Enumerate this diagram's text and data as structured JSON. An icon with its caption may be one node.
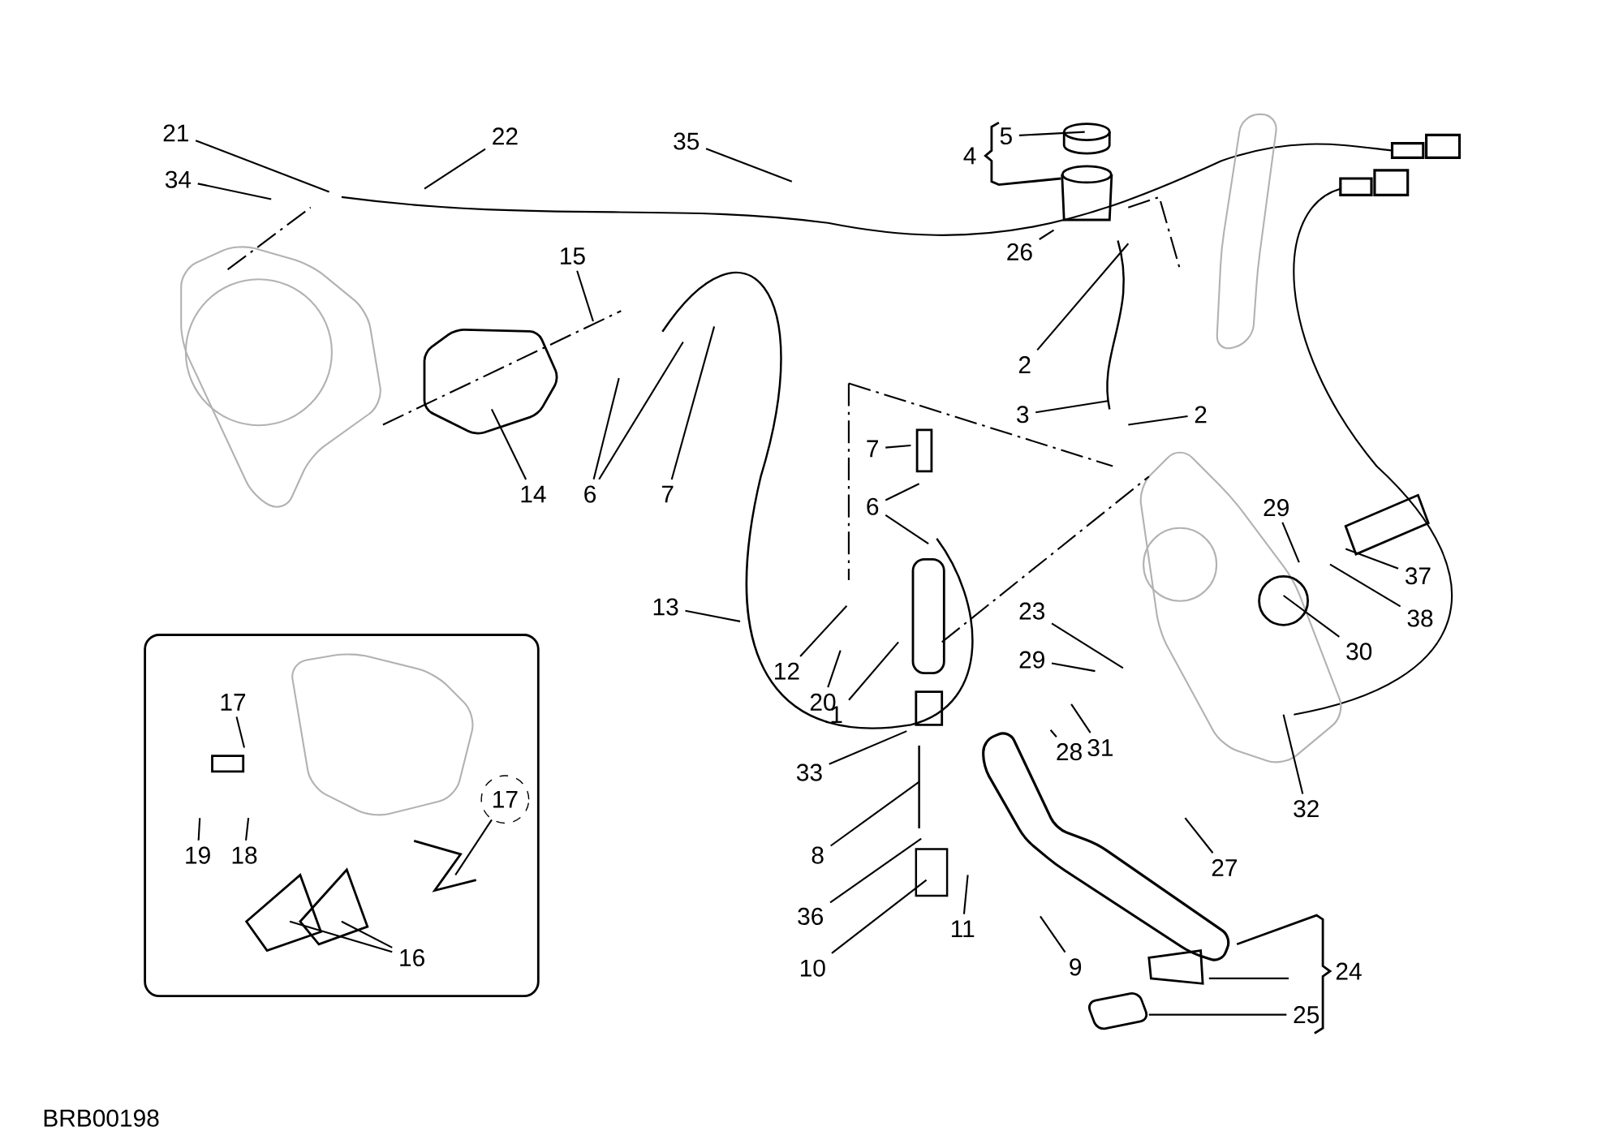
{
  "diagram": {
    "nodes": [
      {
        "text": [
          "21"
        ]
      },
      {
        "text": [
          "22"
        ]
      },
      {
        "text": [
          "34"
        ]
      },
      {
        "text": [
          "35"
        ]
      },
      {
        "text": [
          "5"
        ]
      },
      {
        "text": [
          "26"
        ]
      },
      {
        "text": [
          "2"
        ]
      },
      {
        "text": [
          "3"
        ]
      },
      {
        "text": [
          "2"
        ]
      },
      {
        "text": [
          "15"
        ]
      },
      {
        "text": [
          "14"
        ]
      },
      {
        "text": [
          "6"
        ]
      },
      {
        "text": [
          "7"
        ]
      },
      {
        "text": [
          "13"
        ]
      },
      {
        "text": [
          "7"
        ]
      },
      {
        "text": [
          "6"
        ]
      },
      {
        "text": [
          "29"
        ]
      },
      {
        "text": [
          "37"
        ]
      },
      {
        "text": [
          "38"
        ]
      },
      {
        "text": [
          "23"
        ]
      },
      {
        "text": [
          "12"
        ]
      },
      {
        "text": [
          "20"
        ]
      },
      {
        "text": [
          "1"
        ]
      },
      {
        "text": [
          "29"
        ]
      },
      {
        "text": [
          "30"
        ]
      },
      {
        "text": [
          "28"
        ]
      },
      {
        "text": [
          "31"
        ]
      },
      {
        "text": [
          "32"
        ]
      },
      {
        "text": [
          "33"
        ]
      },
      {
        "text": [
          "8"
        ]
      },
      {
        "text": [
          "27"
        ]
      },
      {
        "text": [
          "36"
        ]
      },
      {
        "text": [
          "11"
        ]
      },
      {
        "text": [
          "9"
        ]
      },
      {
        "text": [
          "10"
        ]
      },
      {
        "text": [
          "25"
        ]
      },
      {
        "text": [
          "17"
        ]
      },
      {
        "text": [
          "19"
        ]
      },
      {
        "text": [
          "18"
        ]
      },
      {
        "text": [
          "17"
        ]
      },
      {
        "text": [
          "16"
        ]
      }
    ],
    "edges": [
      {
        "from": 0,
        "to": null,
        "arrow": "none"
      },
      {
        "from": 1,
        "to": null,
        "arrow": "none"
      },
      {
        "from": 2,
        "to": null,
        "arrow": "none"
      },
      {
        "from": 3,
        "to": null,
        "arrow": "none"
      },
      {
        "from": 4,
        "to": null,
        "arrow": "none"
      },
      {
        "from": 5,
        "to": null,
        "arrow": "none"
      },
      {
        "from": 6,
        "to": null,
        "arrow": "none"
      },
      {
        "from": 7,
        "to": null,
        "arrow": "none"
      },
      {
        "from": 8,
        "to": null,
        "arrow": "none"
      },
      {
        "from": 9,
        "to": null,
        "arrow": "none"
      },
      {
        "from": 10,
        "to": null,
        "arrow": "none"
      },
      {
        "from": 11,
        "to": null,
        "arrow": "none"
      },
      {
        "from": 11,
        "to": null,
        "arrow": "none"
      },
      {
        "from": 12,
        "to": null,
        "arrow": "none"
      },
      {
        "from": 13,
        "to": null,
        "arrow": "none"
      },
      {
        "from": 14,
        "to": null,
        "arrow": "none"
      },
      {
        "from": 15,
        "to": null,
        "arrow": "none"
      },
      {
        "from": 15,
        "to": null,
        "arrow": "none"
      },
      {
        "from": 16,
        "to": null,
        "arrow": "none"
      },
      {
        "from": 17,
        "to": null,
        "arrow": "none"
      },
      {
        "from": 18,
        "to": null,
        "arrow": "none"
      },
      {
        "from": 19,
        "to": null,
        "arrow": "none"
      },
      {
        "from": 20,
        "to": null,
        "arrow": "none"
      },
      {
        "from": 21,
        "to": null,
        "arrow": "none"
      },
      {
        "from": 22,
        "to": null,
        "arrow": "none"
      },
      {
        "from": 23,
        "to": null,
        "arrow": "none"
      },
      {
        "from": 24,
        "to": null,
        "arrow": "none"
      },
      {
        "from": 25,
        "to": null,
        "arrow": "none"
      },
      {
        "from": 26,
        "to": null,
        "arrow": "none"
      },
      {
        "from": 27,
        "to": null,
        "arrow": "none"
      },
      {
        "from": 28,
        "to": null,
        "arrow": "none"
      },
      {
        "from": 29,
        "to": null,
        "arrow": "none"
      },
      {
        "from": 30,
        "to": null,
        "arrow": "none"
      },
      {
        "from": 31,
        "to": null,
        "arrow": "none"
      },
      {
        "from": 32,
        "to": null,
        "arrow": "none"
      },
      {
        "from": 33,
        "to": null,
        "arrow": "none"
      },
      {
        "from": 34,
        "to": null,
        "arrow": "none"
      },
      {
        "from": 35,
        "to": null,
        "arrow": "none"
      },
      {
        "from": 36,
        "to": null,
        "arrow": "none"
      },
      {
        "from": 37,
        "to": null,
        "arrow": "none"
      },
      {
        "from": 38,
        "to": null,
        "arrow": "none"
      },
      {
        "from": 39,
        "to": null,
        "arrow": "none"
      },
      {
        "from": 40,
        "to": null,
        "arrow": "none"
      },
      {
        "from": 40,
        "to": null,
        "arrow": "none"
      }
    ],
    "labels": [
      "4",
      "24",
      "BRB00198"
    ]
  }
}
